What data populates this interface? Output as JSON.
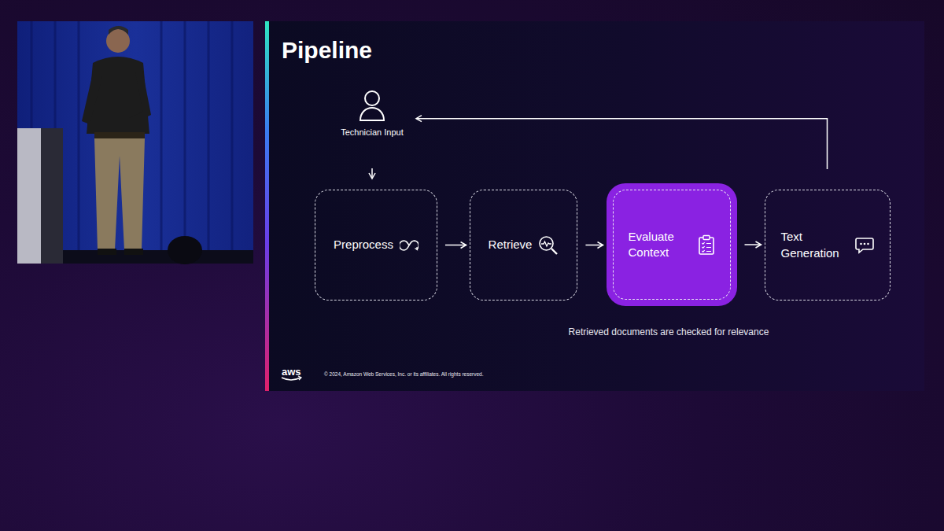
{
  "diagram": {
    "title": "Pipeline",
    "nodes": [
      {
        "text": [
          "Technician Input"
        ]
      },
      {
        "text": [
          "Preprocess"
        ]
      },
      {
        "text": [
          "Retrieve"
        ]
      },
      {
        "text": [
          "Evaluate Context"
        ]
      },
      {
        "text": [
          "Text Generation"
        ]
      }
    ],
    "edges": [
      {
        "from": 0,
        "to": 1,
        "arrow": "to"
      },
      {
        "from": 1,
        "to": 2,
        "arrow": "to"
      },
      {
        "from": 2,
        "to": 3,
        "arrow": "to"
      },
      {
        "from": 3,
        "to": 4,
        "arrow": "to"
      },
      {
        "from": 4,
        "to": 0,
        "arrow": "to"
      }
    ],
    "labels": [
      "Retrieved documents are checked for relevance",
      "aws",
      "© 2024, Amazon Web Services, Inc. or its affiliates. All rights reserved."
    ]
  }
}
